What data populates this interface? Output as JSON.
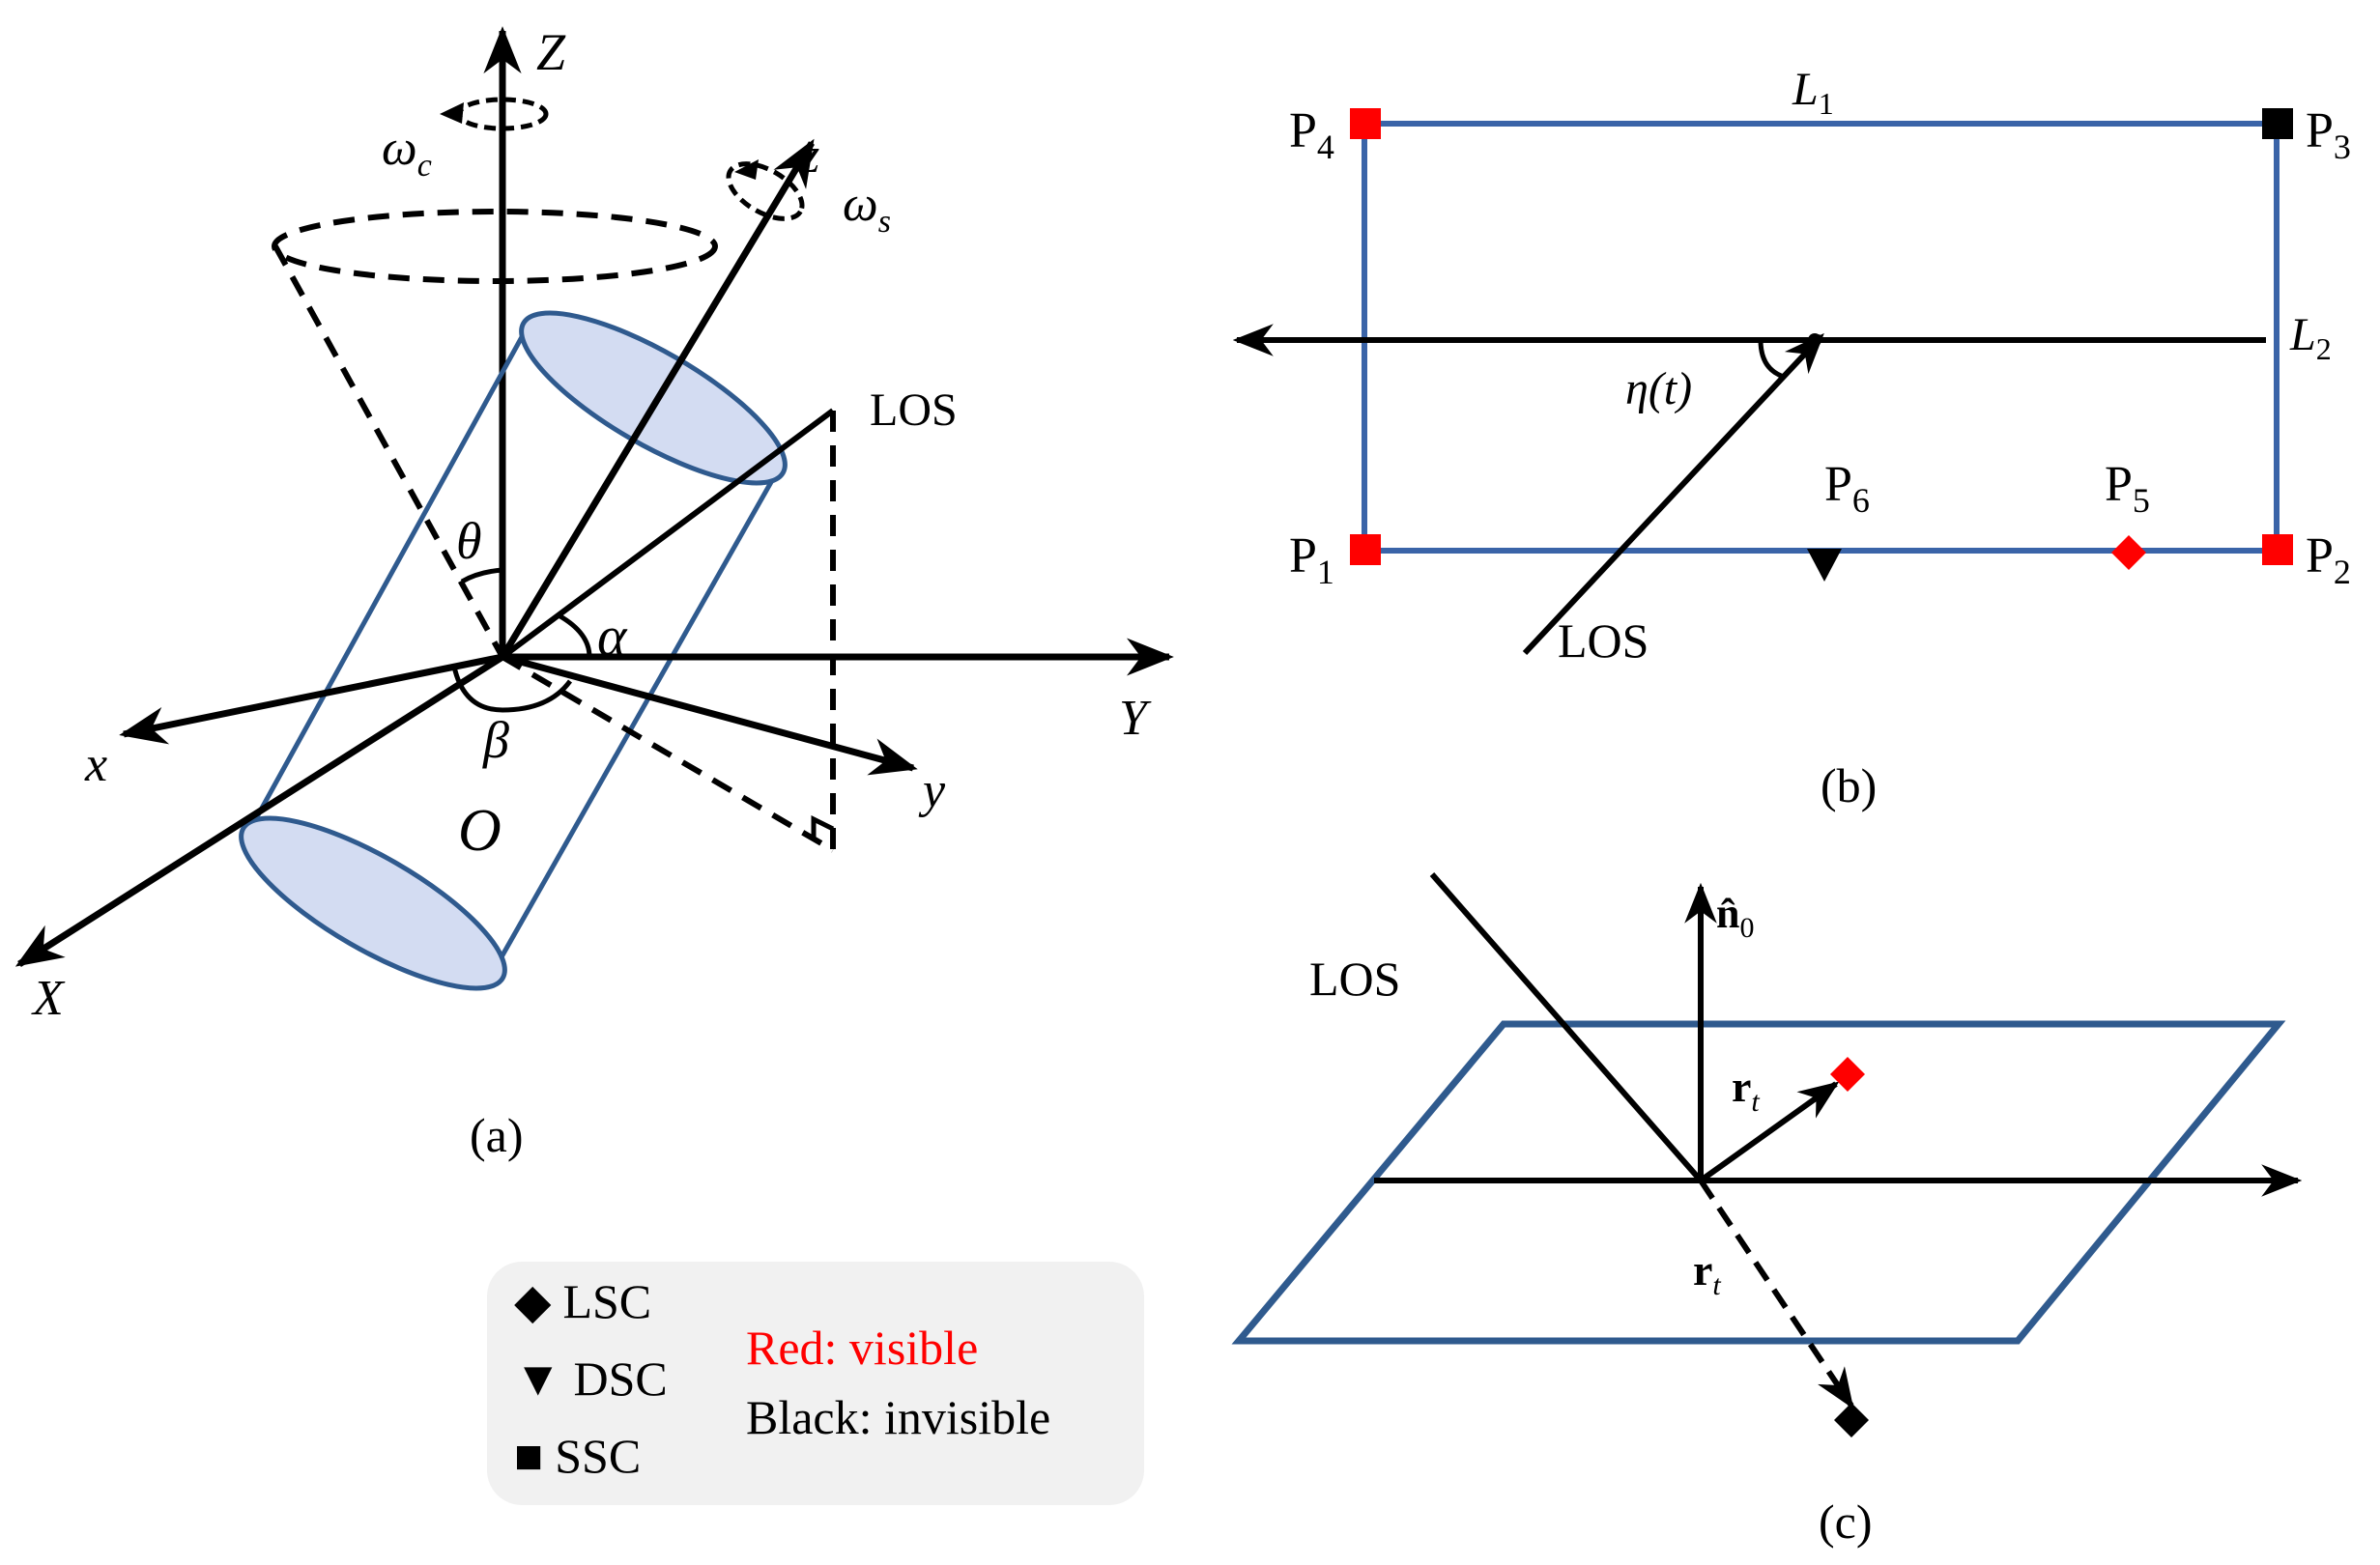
{
  "panel_a": {
    "caption": "(a)",
    "axis_Z": "Z",
    "axis_z": "z",
    "axis_X": "X",
    "axis_x": "x",
    "axis_Y": "Y",
    "axis_y": "y",
    "omega_c": "ω",
    "omega_c_sub": "c",
    "omega_s": "ω",
    "omega_s_sub": "s",
    "theta": "θ",
    "alpha": "α",
    "beta": "β",
    "origin": "O",
    "los": "LOS"
  },
  "panel_b": {
    "caption": "(b)",
    "L1": "L",
    "L1_sub": "1",
    "L2": "L",
    "L2_sub": "2",
    "eta": "η(t)",
    "los": "LOS",
    "points": [
      {
        "label": "P",
        "sub": "1"
      },
      {
        "label": "P",
        "sub": "2"
      },
      {
        "label": "P",
        "sub": "3"
      },
      {
        "label": "P",
        "sub": "4"
      },
      {
        "label": "P",
        "sub": "5"
      },
      {
        "label": "P",
        "sub": "6"
      }
    ]
  },
  "panel_c": {
    "caption": "(c)",
    "los": "LOS",
    "normal": "n̂",
    "normal_sub": "0",
    "rt_upper": "r",
    "rt_upper_sub": "t",
    "rt_lower": "r",
    "rt_lower_sub": "t"
  },
  "legend": {
    "items": [
      {
        "symbol": "◆",
        "label": "LSC"
      },
      {
        "symbol": "▼",
        "label": "DSC"
      },
      {
        "symbol": "■",
        "label": "SSC"
      }
    ],
    "red_text": "Red: visible",
    "black_text": "Black: invisible"
  },
  "colors": {
    "blue": "#3A64A8",
    "cyl_edge": "#2F5A8E",
    "cyl_fill": "#D3DCF2",
    "red": "#FF0000",
    "black": "#000000",
    "legend_bg": "#F1F1F1"
  }
}
